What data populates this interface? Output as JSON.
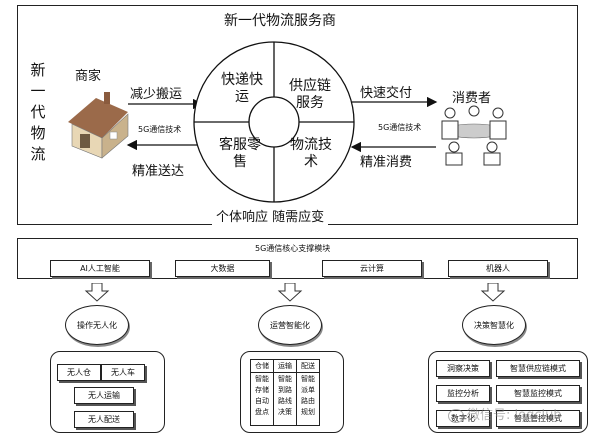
{
  "top": {
    "title": "新一代物流服务商",
    "left_vertical": [
      "新",
      "一",
      "代",
      "物",
      "流"
    ],
    "merchant_label": "商家",
    "consumer_label": "消费者",
    "arrow_left_top": "减少搬运",
    "arrow_left_bottom": "精准送达",
    "arrow_right_top": "快速交付",
    "arrow_right_bottom": "精准消费",
    "tech_left": "5G通信技术",
    "tech_right": "5G通信技术",
    "sectors": {
      "top_left": "快递快运",
      "top_right": "供应链服务",
      "bottom_left": "客服零售",
      "bottom_right": "物流技术"
    },
    "bottom_caption": "个体响应 随需应变"
  },
  "bottom": {
    "header": "5G通信核心支撑模块",
    "modules": [
      "AI人工智能",
      "大数据",
      "云计算",
      "机器人"
    ],
    "outcomes": [
      "操作无人化",
      "运营智能化",
      "决策智慧化"
    ],
    "left_items": [
      "无人仓",
      "无人车",
      "无人运输",
      "无人配送"
    ],
    "mid_grid": {
      "headers": [
        "仓储",
        "运输",
        "配送"
      ],
      "cells": [
        "智能存储自动盘点",
        "智能到路路线决策",
        "智能派单路由规划"
      ]
    },
    "right_items": [
      "洞察决策",
      "智慧供应链模式",
      "监控分析",
      "智慧监控模式",
      "数字化",
      "智慧管控模式"
    ]
  },
  "watermark": "微信号: logclub"
}
